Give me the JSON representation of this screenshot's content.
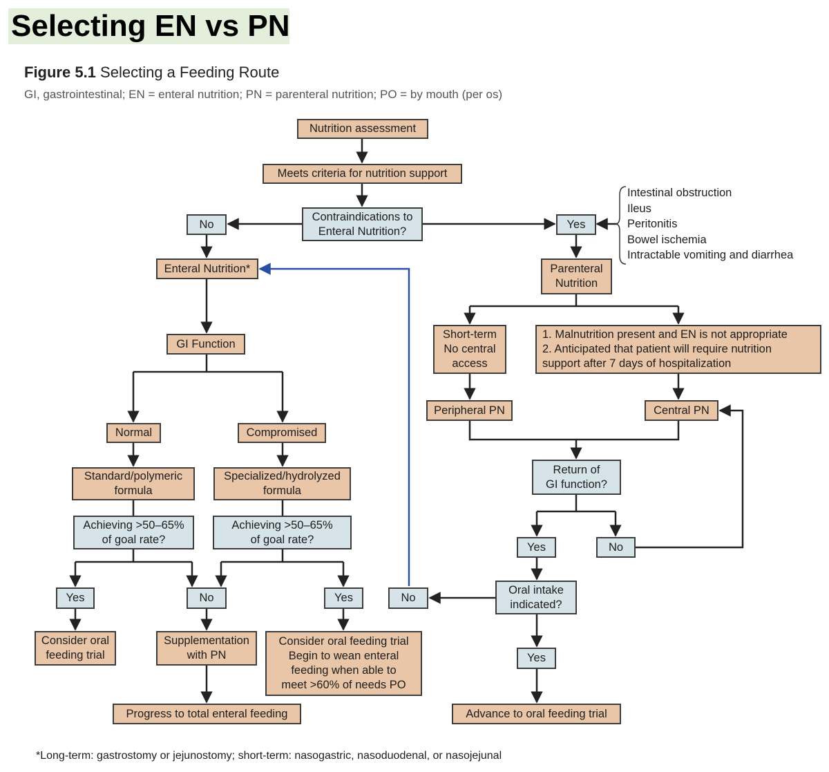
{
  "slide_title": "Selecting EN vs PN",
  "figure": {
    "number": "Figure 5.1",
    "title": "Selecting a Feeding Route",
    "caption": "GI, gastrointestinal; EN = enteral nutrition; PN = parenteral nutrition; PO = by mouth (per os)"
  },
  "nodes": {
    "nutrition_assessment": "Nutrition assessment",
    "meets_criteria": "Meets criteria for nutrition support",
    "contraindications": "Contraindications to\nEnteral Nutrition?",
    "contra_no": "No",
    "contra_yes": "Yes",
    "contraindication_list": "Intestinal obstruction\nIleus\nPeritonitis\nBowel ischemia\nIntractable vomiting and diarrhea",
    "enteral_nutrition": "Enteral Nutrition*",
    "parenteral_nutrition": "Parenteral\nNutrition",
    "gi_function": "GI Function",
    "normal": "Normal",
    "compromised": "Compromised",
    "standard_formula": "Standard/polymeric\nformula",
    "specialized_formula": "Specialized/hydrolyzed\nformula",
    "achieving_left": "Achieving >50–65%\nof goal rate?",
    "achieving_right": "Achieving >50–65%\nof goal rate?",
    "left_yes": "Yes",
    "mid_no": "No",
    "right_yes": "Yes",
    "consider_oral": "Consider oral\nfeeding trial",
    "supplementation": "Supplementation\nwith PN",
    "consider_wean": "Consider oral feeding trial\nBegin to wean enteral\nfeeding when able to\nmeet >60% of needs PO",
    "progress_total": "Progress to total enteral feeding",
    "short_term": "Short-term\nNo central\naccess",
    "malnutrition": "1. Malnutrition present and EN is not appropriate\n2. Anticipated that patient will require nutrition\n    support after 7 days of hospitalization",
    "peripheral_pn": "Peripheral PN",
    "central_pn": "Central PN",
    "return_gi": "Return of\nGI function?",
    "return_yes": "Yes",
    "return_no": "No",
    "oral_intake": "Oral intake\nindicated?",
    "oral_no": "No",
    "oral_yes": "Yes",
    "advance_oral": "Advance to oral feeding trial"
  },
  "footnote": "*Long-term: gastrostomy or jejunostomy; short-term: nasogastric, nasoduodenal, or nasojejunal",
  "colors": {
    "action_box": "#e9c6a7",
    "decision_box": "#d6e4e9",
    "connector": "#222222",
    "return_connector": "#2a4fa0",
    "title_highlight": "#e3efdb"
  }
}
